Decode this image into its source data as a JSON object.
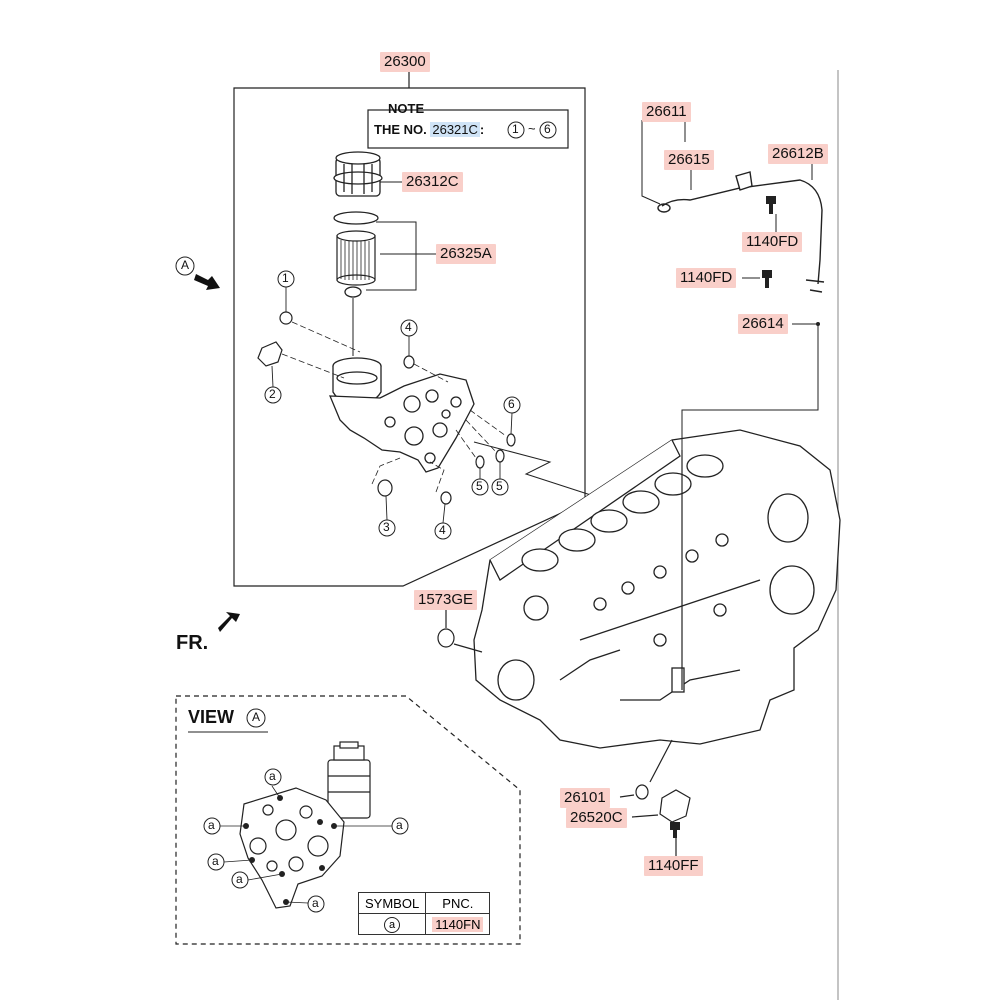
{
  "labels": {
    "main_assembly": "26300",
    "filter_cap": "26312C",
    "filter_element": "26325A",
    "level_gauge": "26611",
    "gauge_grommet": "26615",
    "gauge_tube": "26612B",
    "bolt_gauge_top": "1140FD",
    "bolt_gauge_bottom": "1140FD",
    "gauge_oring": "26614",
    "plug": "1573GE",
    "oring_pan": "26101",
    "pan_gasket": "26520C",
    "bolt_pan": "1140FF"
  },
  "note": {
    "title": "NOTE",
    "prefix": "THE NO.",
    "part": "26321C",
    "range_sep": ":",
    "range_start": "1",
    "range_tilde": "~",
    "range_end": "6"
  },
  "callouts": [
    "1",
    "2",
    "3",
    "4",
    "4",
    "5",
    "5",
    "6"
  ],
  "arrow_ref": "A",
  "front_label": "FR.",
  "view": {
    "title": "VIEW",
    "ref": "A",
    "symbol_mark": "a",
    "table_header": [
      "SYMBOL",
      "PNC."
    ],
    "table_row": {
      "symbol": "a",
      "pnc": "1140FN"
    }
  }
}
